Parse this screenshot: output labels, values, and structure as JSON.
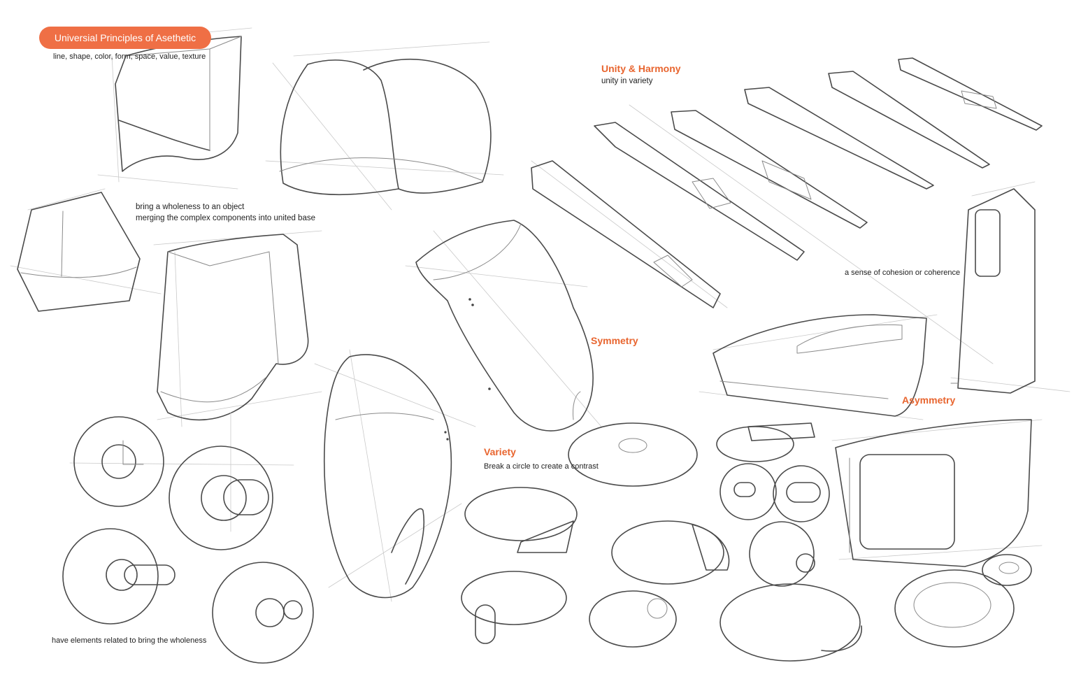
{
  "title": "Universial Principles of  Asethetic",
  "subtitle": "line, shape, color,  form, space, value, texture",
  "notes": {
    "wholeness_line1": "bring a wholeness to an object",
    "wholeness_line2": "merging the complex components into  united base",
    "elements": "have elements related to bring the wholeness",
    "cohesion": "a sense of cohesion or coherence",
    "variety_desc": "Break a circle to create a contrast",
    "unity_desc": "unity in variety"
  },
  "headings": {
    "unity": "Unity & Harmony",
    "symmetry": "Symmetry",
    "asymmetry": "Asymmetry",
    "variety": "Variety"
  },
  "colors": {
    "accent": "#ef6f45",
    "heading": "#e8652f",
    "stroke": "#4a4a4a",
    "background": "#ffffff"
  }
}
